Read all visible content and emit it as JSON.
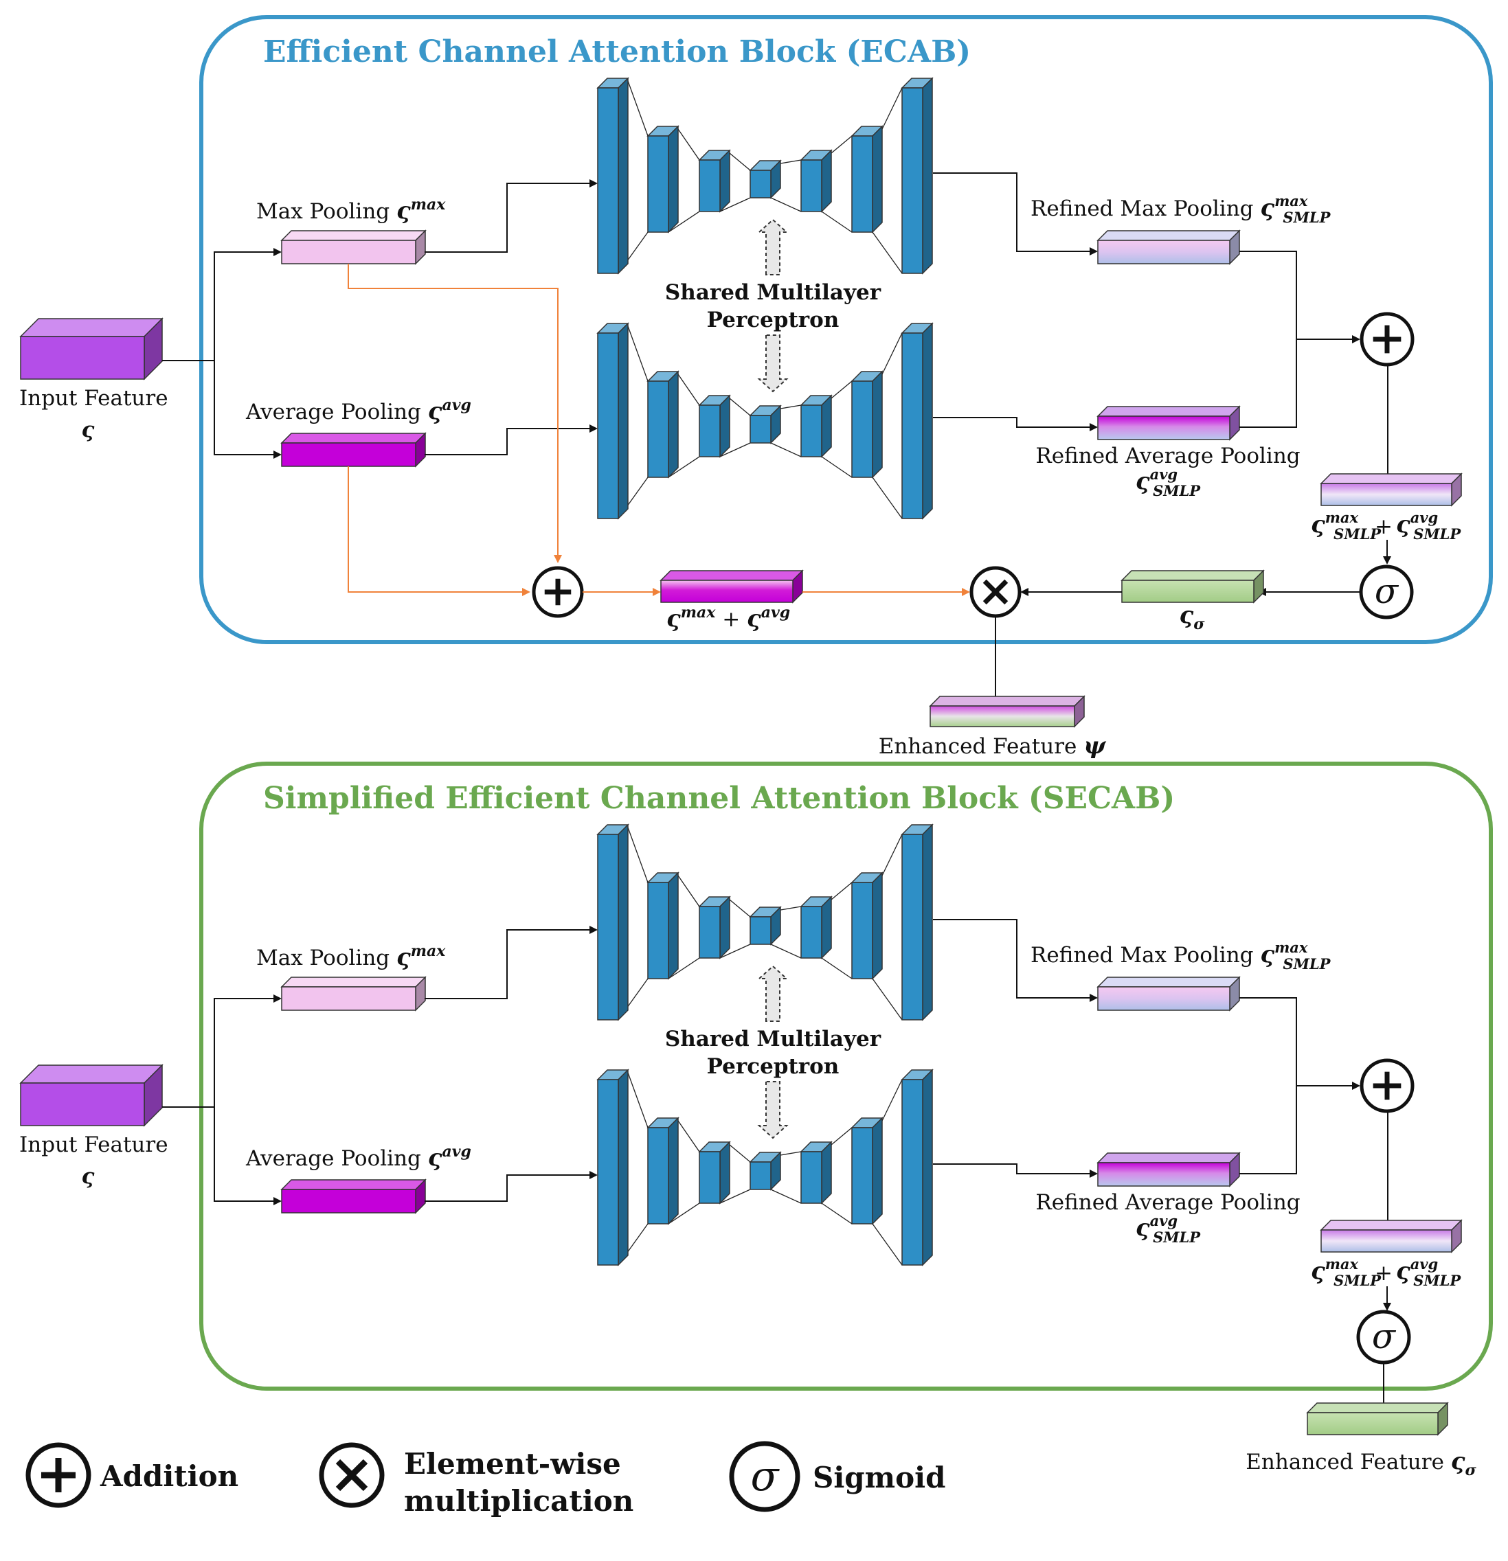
{
  "blocks": [
    {
      "title": "Efficient Channel Attention Block (ECAB)",
      "title_color": "#3a97c9",
      "border_color": "#3a97c9",
      "input_label": "Input Feature",
      "input_symbol": "ς",
      "max_pool_label": "Max Pooling",
      "avg_pool_label": "Average Pooling",
      "pool_symbol": "ς",
      "max_sup": "max",
      "avg_sup": "avg",
      "mlp_label_line1": "Shared Multilayer",
      "mlp_label_line2": "Perceptron",
      "refined_max_label": "Refined Max Pooling",
      "refined_avg_label": "Refined Average Pooling",
      "smlp_sub": "SMLP",
      "sum_plus": "+",
      "skip_sum_label": "ς",
      "sigma_feature_symbol": "ς",
      "sigma_sub": "σ",
      "output_label": "Enhanced Feature",
      "output_symbol": "ψ"
    },
    {
      "title": "Simplified Efficient Channel Attention Block (SECAB)",
      "title_color": "#6aa84f",
      "border_color": "#6aa84f",
      "input_label": "Input Feature",
      "input_symbol": "ς",
      "max_pool_label": "Max Pooling",
      "avg_pool_label": "Average Pooling",
      "pool_symbol": "ς",
      "max_sup": "max",
      "avg_sup": "avg",
      "mlp_label_line1": "Shared Multilayer",
      "mlp_label_line2": "Perceptron",
      "refined_max_label": "Refined Max Pooling",
      "refined_avg_label": "Refined Average Pooling",
      "smlp_sub": "SMLP",
      "sum_plus": "+",
      "output_label": "Enhanced Feature",
      "output_symbol": "ς",
      "output_sub": "σ"
    }
  ],
  "legend": {
    "addition": "Addition",
    "multiplication_line1": "Element-wise",
    "multiplication_line2": "multiplication",
    "sigmoid": "Sigmoid",
    "sigmoid_symbol": "σ"
  },
  "colors": {
    "mlp_blue": "#2e8fc6",
    "mlp_blue_top": "#5ab3e0",
    "mlp_blue_side": "#1d6b99",
    "input_purple": "#b44ee8",
    "max_pink": "#f2c4ee",
    "avg_magenta": "#c400d9",
    "sigma_green": "#a9d18e",
    "skip_arrow": "#f0823a"
  }
}
